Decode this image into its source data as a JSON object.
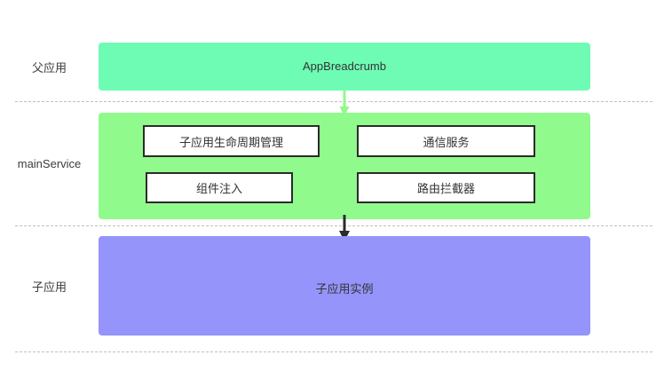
{
  "diagram": {
    "title": "micro-frontend architecture swimlane diagram",
    "lanes": [
      {
        "id": "parent-app",
        "label": "父应用",
        "band_title": "AppBreadcrumb",
        "band_color": "#6efcb4"
      },
      {
        "id": "main-service",
        "label": "mainService",
        "band_title": "",
        "band_color": "#90fa8c"
      },
      {
        "id": "child-app",
        "label": "子应用",
        "band_title": "子应用实例",
        "band_color": "#9494fa"
      }
    ],
    "service_boxes": [
      {
        "id": "lifecycle",
        "label": "子应用生命周期管理"
      },
      {
        "id": "communication",
        "label": "通信服务"
      },
      {
        "id": "component-injection",
        "label": "组件注入"
      },
      {
        "id": "route-guard",
        "label": "路由拦截器"
      }
    ],
    "connectors": [
      {
        "id": "parent-to-main",
        "from": "parent-app",
        "to": "main-service",
        "color": "#90fa8c",
        "direction": "down"
      },
      {
        "id": "main-to-child",
        "from": "main-service",
        "to": "child-app",
        "color": "#2b2b2b",
        "direction": "down"
      }
    ],
    "divider_color": "#bfbfbf",
    "box_border_color": "#2b2b2b",
    "text_color": "#333333"
  }
}
